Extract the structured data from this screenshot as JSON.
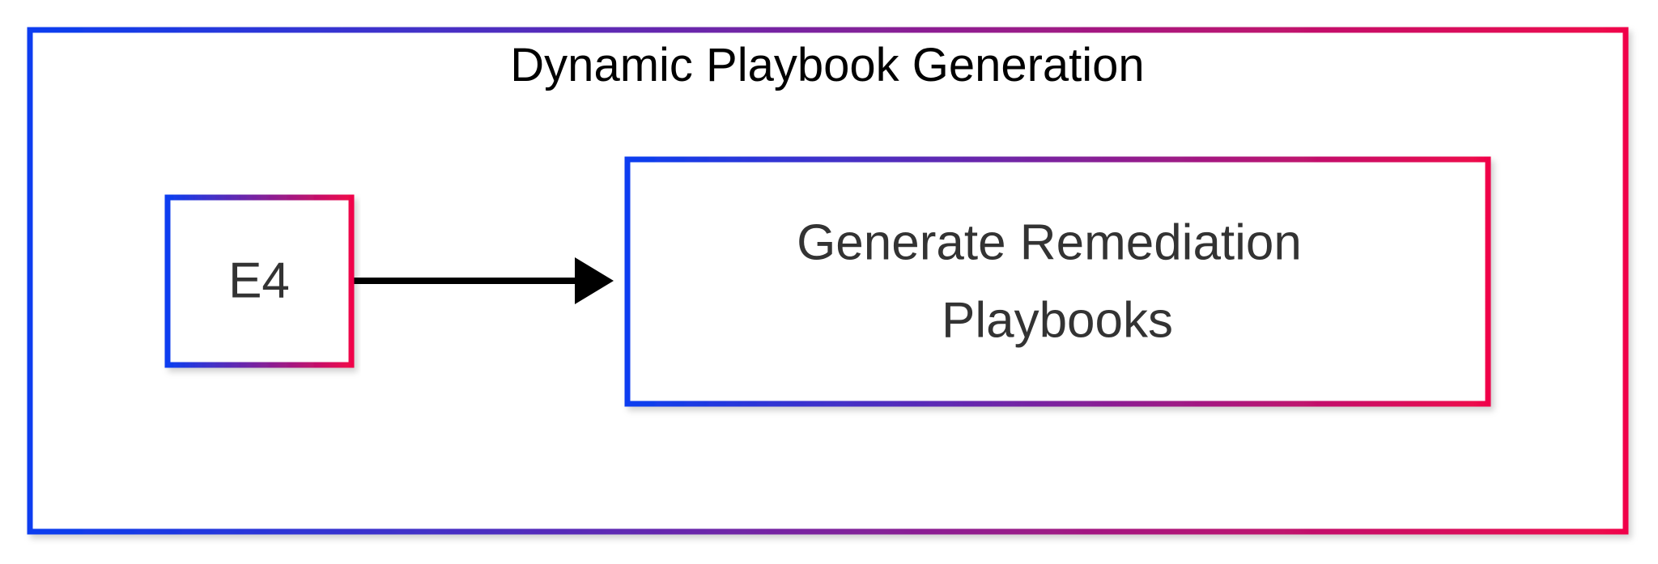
{
  "diagram": {
    "group": {
      "title": "Dynamic Playbook Generation"
    },
    "nodes": {
      "e4": {
        "label": "E4"
      },
      "generate": {
        "label_line1": "Generate Remediation",
        "label_line2": "Playbooks"
      }
    },
    "edges": [
      {
        "from": "E4",
        "to": "Generate Remediation Playbooks"
      }
    ],
    "colors": {
      "gradient_start": "#0a3ef0",
      "gradient_end": "#f0064a",
      "edge": "#000000",
      "title_text": "#000000",
      "node_text": "#333333",
      "background": "#ffffff"
    }
  }
}
